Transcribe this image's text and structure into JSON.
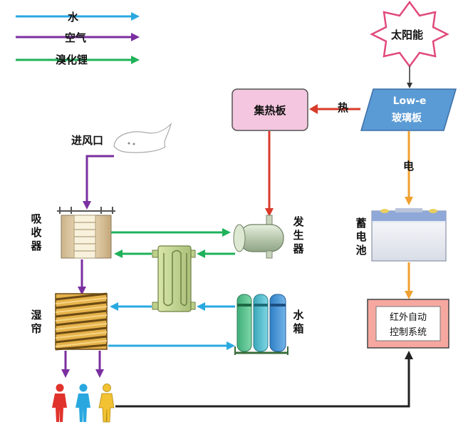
{
  "legend": {
    "water": "水",
    "air": "空气",
    "libr": "溴化锂"
  },
  "nodes": {
    "sun": "太阳能",
    "glass_line1": "Low-e",
    "glass_line2": "玻璃板",
    "collector": "集热板",
    "heat": "热",
    "electricity": "电",
    "inlet": "进风口",
    "absorber": "吸收器",
    "generator": "发生器",
    "battery": "蓄电池",
    "curtain": "湿帘",
    "tank": "水箱",
    "control_line1": "红外自动",
    "control_line2": "控制系统"
  },
  "colors": {
    "water": "#29a8e0",
    "air": "#7a2fa0",
    "libr": "#1fb25a",
    "heat": "#d93b2b",
    "electricity": "#f0a030",
    "control": "#222222",
    "collector_fill": "#f4c6df",
    "glass_fill": "#5b9bd5",
    "control_fill": "#f6a8a0"
  }
}
